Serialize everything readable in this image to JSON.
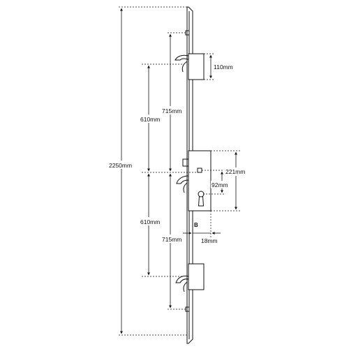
{
  "colors": {
    "background": "#ffffff",
    "line": "#111111"
  },
  "dimensions": {
    "overall_height": "2250mm",
    "cam_to_cam_upper": "715mm",
    "hook_to_center_upper": "610mm",
    "hook_to_center_lower": "610mm",
    "cam_to_cam_lower": "715mm",
    "cam_width": "110mm",
    "case_height": "221mm",
    "centre_distance": "92mm",
    "faceplate_width": "18mm"
  },
  "markers": {
    "backset": "B"
  }
}
